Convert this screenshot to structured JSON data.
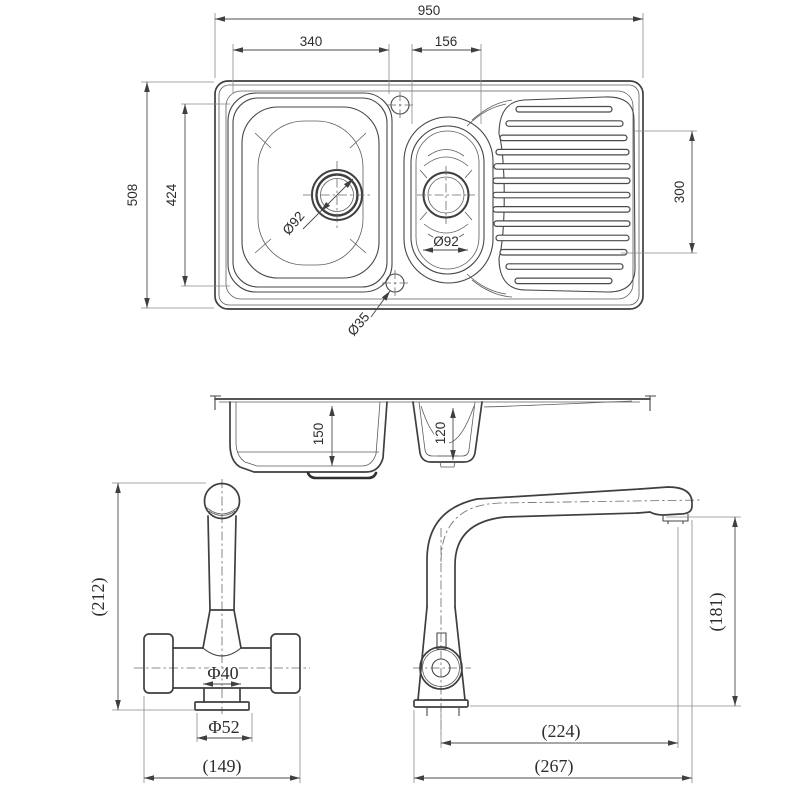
{
  "drawing": {
    "plan": {
      "overall_width": "950",
      "main_bowl_width": "340",
      "half_bowl_width": "156",
      "overall_depth": "508",
      "main_bowl_length": "424",
      "drainer_length": "300",
      "main_drain": "Ø92",
      "half_drain": "Ø92",
      "tap_hole": "Ø35"
    },
    "section": {
      "main_bowl_depth": "150",
      "half_bowl_depth": "120"
    },
    "tap_front": {
      "height": "(212)",
      "neck_diameter": "Φ40",
      "base_diameter": "Φ52",
      "body_width": "(149)"
    },
    "tap_side": {
      "spout_height": "(181)",
      "spout_reach": "(224)",
      "overall_depth": "(267)"
    }
  }
}
